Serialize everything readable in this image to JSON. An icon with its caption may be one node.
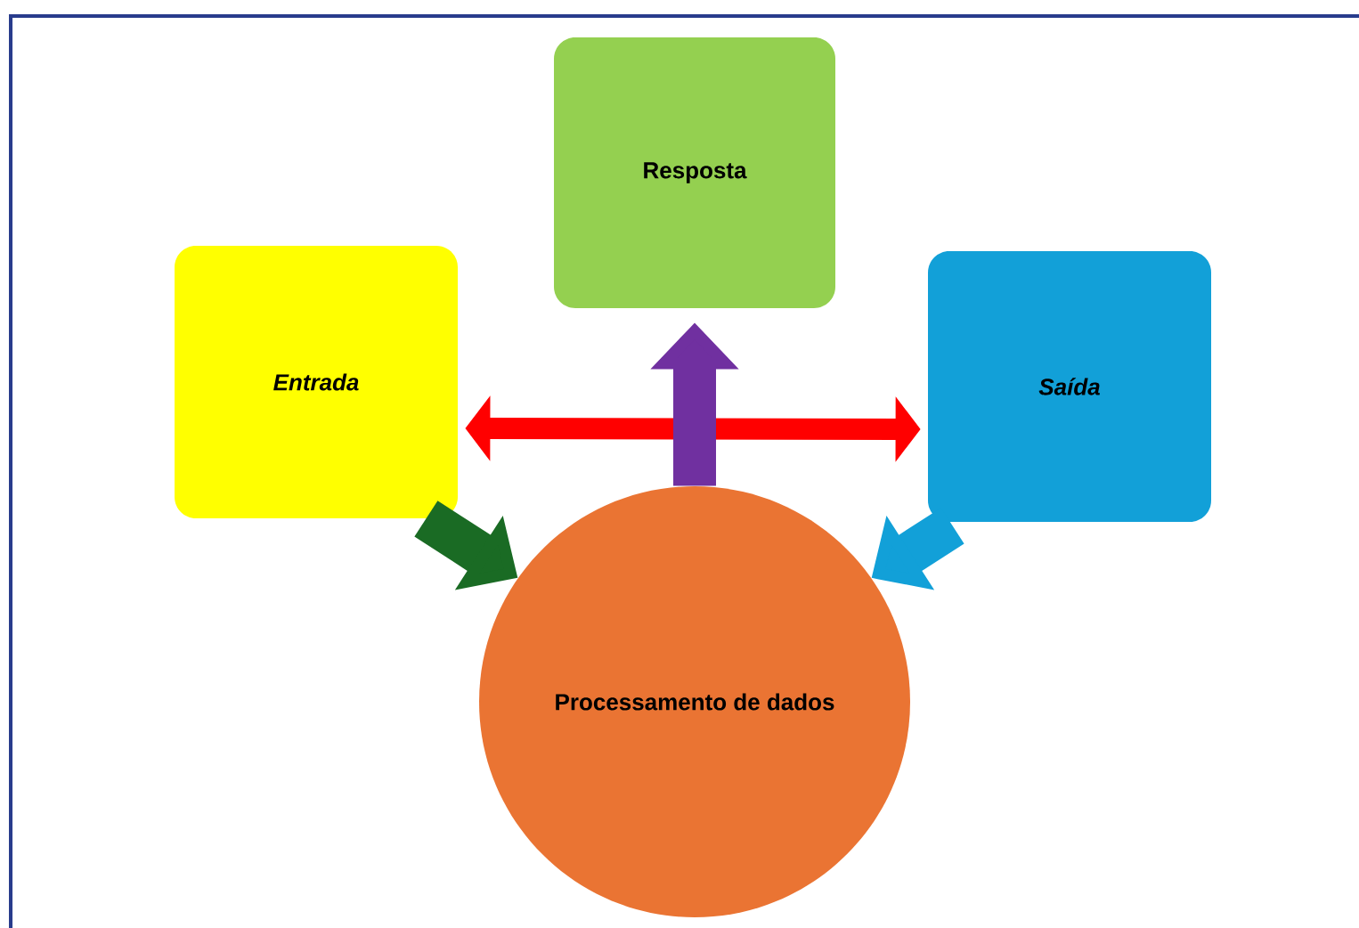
{
  "diagram": {
    "nodes": [
      {
        "text": [
          "Resposta"
        ]
      },
      {
        "text": [
          "Entrada"
        ]
      },
      {
        "text": [
          "Saída"
        ]
      },
      {
        "text": [
          "Processamento de dados"
        ]
      }
    ],
    "edges": [
      {
        "from": 1,
        "to": 2,
        "arrow": "both",
        "color": "#ff0000"
      },
      {
        "from": 3,
        "to": 0,
        "arrow": "to",
        "color": "#7030a0"
      },
      {
        "from": 1,
        "to": 3,
        "arrow": "to",
        "color": "#1a6b24"
      },
      {
        "from": 2,
        "to": 3,
        "arrow": "to",
        "color": "#12a0d8"
      }
    ]
  }
}
